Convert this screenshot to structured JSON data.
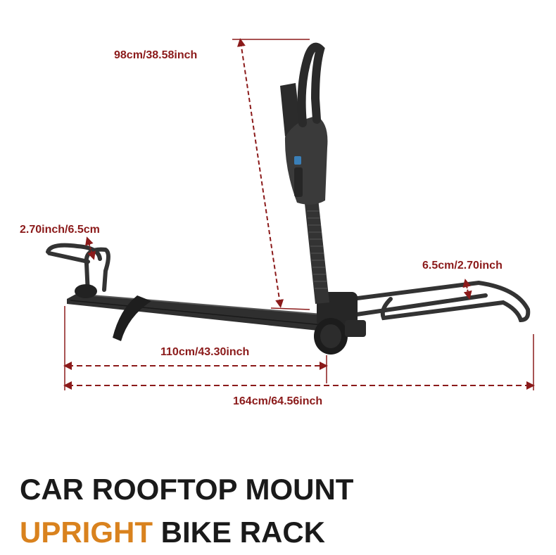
{
  "colors": {
    "dimension": "#8b1a1a",
    "text": "#1a1a1a",
    "accent": "#d9821e",
    "rack": "#3a3a3a",
    "background": "#ffffff"
  },
  "dimensions": {
    "height": "98cm/38.58inch",
    "cradle_left": "2.70inch/6.5cm",
    "cradle_right": "6.5cm/2.70inch",
    "length_short": "110cm/43.30inch",
    "length_total": "164cm/64.56inch"
  },
  "title": {
    "line1": "CAR ROOFTOP MOUNT",
    "line2_highlight": "UPRIGHT",
    "line2_rest": " BIKE RACK"
  }
}
